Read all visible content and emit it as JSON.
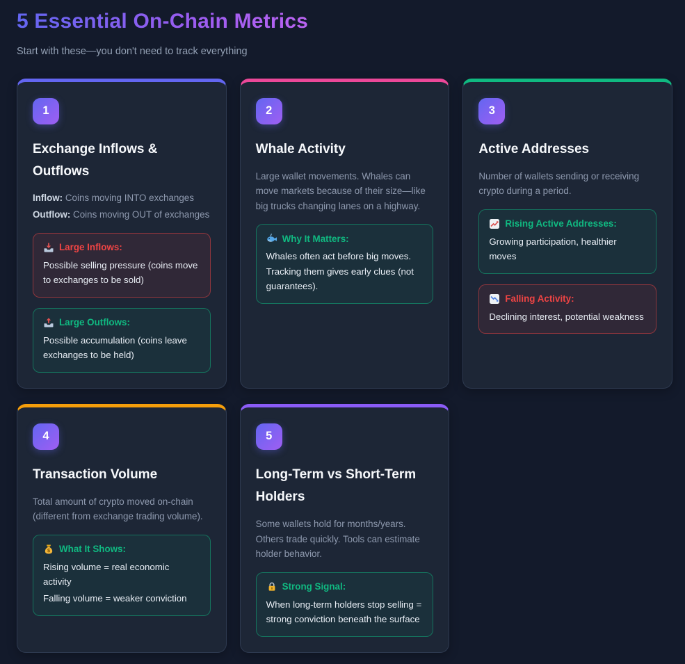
{
  "page": {
    "title": "5 Essential On-Chain Metrics",
    "subtitle": "Start with these—you don't need to track everything"
  },
  "colors": {
    "background": "#131a2b",
    "card_background": "#1d2636",
    "card_border": "#2e3a50",
    "title_gradient_start": "#6366f1",
    "title_gradient_end": "#bb64f2",
    "badge_gradient_start": "#6366f1",
    "badge_gradient_end": "#9f5ef2",
    "positive_accent": "#10b981",
    "negative_accent": "#ef4444"
  },
  "cards": [
    {
      "number": "1",
      "accent": "#6366f1",
      "title": "Exchange Inflows & Outflows",
      "definitions": [
        {
          "term": "Inflow:",
          "text": "Coins moving INTO exchanges"
        },
        {
          "term": "Outflow:",
          "text": "Coins moving OUT of exchanges"
        }
      ],
      "callouts": [
        {
          "tone": "negative",
          "icon": "inbox-tray-icon",
          "glyph": "📥",
          "label": "Large Inflows:",
          "lines": [
            "Possible selling pressure (coins move to exchanges to be sold)"
          ]
        },
        {
          "tone": "positive",
          "icon": "outbox-tray-icon",
          "glyph": "📤",
          "label": "Large Outflows:",
          "lines": [
            "Possible accumulation (coins leave exchanges to be held)"
          ]
        }
      ]
    },
    {
      "number": "2",
      "accent": "#ec4899",
      "title": "Whale Activity",
      "description": "Large wallet movements. Whales can move markets because of their size—like big trucks changing lanes on a highway.",
      "callouts": [
        {
          "tone": "positive",
          "icon": "whale-icon",
          "glyph": "🐳",
          "label": "Why It Matters:",
          "lines": [
            "Whales often act before big moves. Tracking them gives early clues (not guarantees)."
          ]
        }
      ]
    },
    {
      "number": "3",
      "accent": "#10b981",
      "title": "Active Addresses",
      "description": "Number of wallets sending or receiving crypto during a period.",
      "callouts": [
        {
          "tone": "positive",
          "icon": "chart-increasing-icon",
          "glyph": "📈",
          "label": "Rising Active Addresses:",
          "lines": [
            "Growing participation, healthier moves"
          ]
        },
        {
          "tone": "negative",
          "icon": "chart-decreasing-icon",
          "glyph": "📉",
          "label": "Falling Activity:",
          "lines": [
            "Declining interest, potential weakness"
          ]
        }
      ]
    },
    {
      "number": "4",
      "accent": "#f59e0b",
      "title": "Transaction Volume",
      "description": "Total amount of crypto moved on-chain (different from exchange trading volume).",
      "callouts": [
        {
          "tone": "positive",
          "icon": "money-bag-icon",
          "glyph": "💰",
          "label": "What It Shows:",
          "lines": [
            "Rising volume = real economic activity",
            "Falling volume = weaker conviction"
          ]
        }
      ]
    },
    {
      "number": "5",
      "accent": "#8b5cf6",
      "title": "Long-Term vs Short-Term Holders",
      "description": "Some wallets hold for months/years. Others trade quickly. Tools can estimate holder behavior.",
      "callouts": [
        {
          "tone": "positive",
          "icon": "lock-icon",
          "glyph": "🔒",
          "label": "Strong Signal:",
          "lines": [
            "When long-term holders stop selling = strong conviction beneath the surface"
          ]
        }
      ]
    }
  ]
}
